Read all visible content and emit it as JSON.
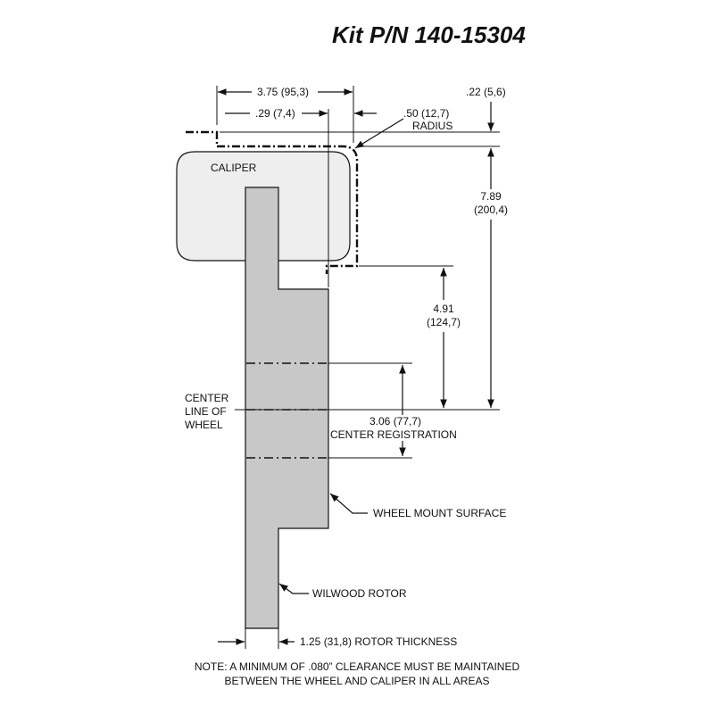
{
  "title": "Kit P/N 140-15304",
  "labels": {
    "caliper": "CALIPER",
    "center_line": [
      "CENTER",
      "LINE OF",
      "WHEEL"
    ],
    "wheel_mount_surface": "WHEEL MOUNT SURFACE",
    "wilwood_rotor": "WILWOOD ROTOR",
    "radius_value": ".50 (12,7)",
    "radius_word": "RADIUS"
  },
  "dimensions": {
    "d_375": "3.75 (95,3)",
    "d_029": ".29 (7,4)",
    "d_022": ".22 (5,6)",
    "d_789": [
      "7.89",
      "(200,4)"
    ],
    "d_491": [
      "4.91",
      "(124,7)"
    ],
    "d_306": [
      "3.06 (77,7)",
      "CENTER REGISTRATION"
    ],
    "d_125": "1.25 (31,8) ROTOR THICKNESS"
  },
  "note": [
    "NOTE: A MINIMUM OF .080” CLEARANCE MUST BE MAINTAINED",
    "BETWEEN THE WHEEL AND CALIPER IN ALL AREAS"
  ],
  "colors": {
    "caliper_fill": "#eeeeee",
    "rotor_fill": "#c8c8c8",
    "ink": "#111111"
  }
}
